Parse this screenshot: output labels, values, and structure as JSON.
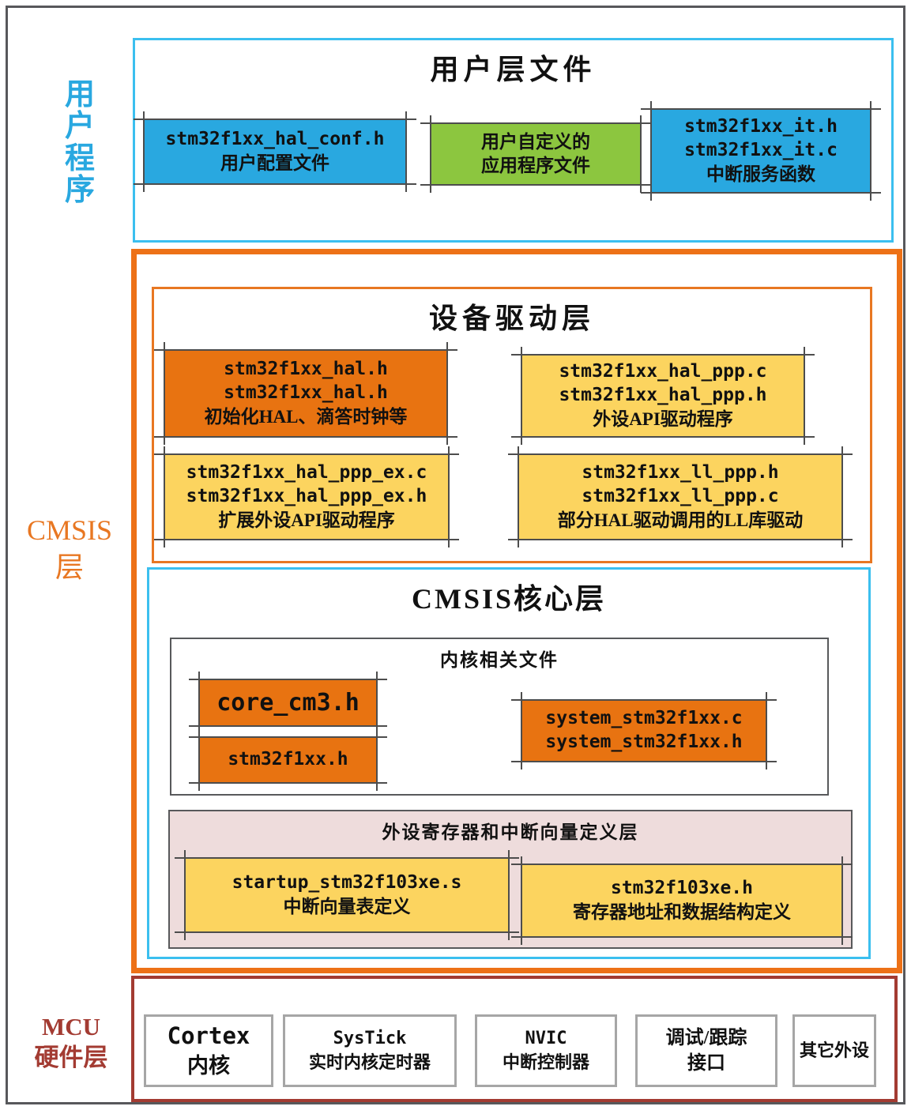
{
  "palette": {
    "blue": "#29A8E0",
    "green": "#8CC63F",
    "orange": "#E87311",
    "yellow": "#FCD45F",
    "pink": "#EEDCDC",
    "cyan-border": "#3BBFEF",
    "orange-border": "#E87722",
    "orange-outer": "#ED7117",
    "dark-red": "#A33B32",
    "tick": "#4D4D4D"
  },
  "side_labels": {
    "user_program": "用户程序",
    "cmsis": {
      "lines": [
        "CMSIS",
        "层"
      ]
    },
    "mcu": {
      "lines": [
        "MCU",
        "硬件层"
      ]
    }
  },
  "user_layer": {
    "title": "用户层文件",
    "boxes": [
      {
        "lines": [
          "stm32f1xx_hal_conf.h",
          "用户配置文件"
        ]
      },
      {
        "lines": [
          "用户自定义的",
          "应用程序文件"
        ]
      },
      {
        "lines": [
          "stm32f1xx_it.h",
          "stm32f1xx_it.c",
          "中断服务函数"
        ]
      }
    ]
  },
  "driver_layer": {
    "title": "设备驱动层",
    "boxes": [
      {
        "lines": [
          "stm32f1xx_hal.h",
          "stm32f1xx_hal.h",
          "初始化HAL、滴答时钟等"
        ]
      },
      {
        "lines": [
          "stm32f1xx_hal_ppp.c",
          "stm32f1xx_hal_ppp.h",
          "外设API驱动程序"
        ]
      },
      {
        "lines": [
          "stm32f1xx_hal_ppp_ex.c",
          "stm32f1xx_hal_ppp_ex.h",
          "扩展外设API驱动程序"
        ]
      },
      {
        "lines": [
          "stm32f1xx_ll_ppp.h",
          "stm32f1xx_ll_ppp.c",
          "部分HAL驱动调用的LL库驱动"
        ]
      }
    ]
  },
  "cmsis_core": {
    "title": "CMSIS核心层",
    "kernel_files": {
      "title": "内核相关文件",
      "boxes": [
        {
          "lines": [
            "core_cm3.h"
          ]
        },
        {
          "lines": [
            "stm32f1xx.h"
          ]
        },
        {
          "lines": [
            "system_stm32f1xx.c",
            "system_stm32f1xx.h"
          ]
        }
      ]
    },
    "periph_def": {
      "title": "外设寄存器和中断向量定义层",
      "boxes": [
        {
          "lines": [
            "startup_stm32f103xe.s",
            "中断向量表定义"
          ]
        },
        {
          "lines": [
            "stm32f103xe.h",
            "寄存器地址和数据结构定义"
          ]
        }
      ]
    }
  },
  "mcu_layer": {
    "boxes": [
      {
        "lines": [
          "Cortex",
          "内核"
        ]
      },
      {
        "lines": [
          "SysTick",
          "实时内核定时器"
        ]
      },
      {
        "lines": [
          "NVIC",
          "中断控制器"
        ]
      },
      {
        "lines": [
          "调试/跟踪",
          "接口"
        ]
      },
      {
        "lines": [
          "其它外设"
        ]
      }
    ]
  }
}
